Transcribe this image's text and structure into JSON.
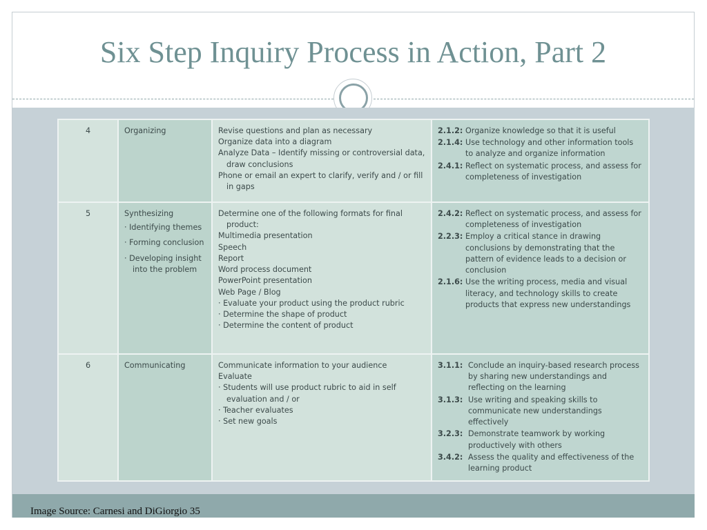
{
  "slide": {
    "title": "Six Step Inquiry Process in Action, Part 2",
    "source": "Image Source: Carnesi and DiGiorgio 35"
  },
  "table": {
    "rows": [
      {
        "num": "4",
        "stage": "Organizing",
        "stage_items": [],
        "activities": [
          "Revise questions and plan as necessary",
          "Organize data into a diagram",
          "Analyze Data – Identify missing or controversial data, draw conclusions",
          "Phone or email an expert to clarify, verify and / or fill in gaps"
        ],
        "standards": [
          {
            "code": "2.1.2:",
            "text": "Organize knowledge so that it is useful"
          },
          {
            "code": "2.1.4:",
            "text": "Use technology and other information tools to analyze and organize information"
          },
          {
            "code": "2.4.1:",
            "text": "Reflect on systematic process, and assess for completeness of investigation"
          }
        ]
      },
      {
        "num": "5",
        "stage": "Synthesizing",
        "stage_items": [
          "· Identifying themes",
          "· Forming conclusion",
          "· Developing insight into the problem"
        ],
        "activities": [
          "Determine one of the following formats for final product:",
          "Multimedia presentation",
          "Speech",
          "Report",
          "Word process document",
          "PowerPoint presentation",
          "Web Page / Blog",
          "· Evaluate your product using the product rubric",
          "· Determine the shape of product",
          "· Determine the content of product"
        ],
        "standards": [
          {
            "code": "2.4.2:",
            "text": "Reflect on systematic process, and assess for completeness of investigation"
          },
          {
            "code": "2.2.3:",
            "text": "Employ a critical stance in drawing conclusions by demonstrating that the pattern of evidence leads to a decision or conclusion"
          },
          {
            "code": "2.1.6:",
            "text": "Use the writing process, media and visual literacy, and technology skills to create products that express new understandings"
          }
        ]
      },
      {
        "num": "6",
        "stage": "Communicating",
        "stage_items": [],
        "activities": [
          "Communicate information to your audience",
          "Evaluate",
          "· Students will use product rubric to aid in self evaluation and / or",
          "· Teacher evaluates",
          "· Set new goals"
        ],
        "standards": [
          {
            "code": "3.1.1:",
            "text": "Conclude an inquiry-based research process by sharing new understandings and reflecting on the learning"
          },
          {
            "code": "3.1.3:",
            "text": "Use writing and speaking skills to communicate new understandings effectively"
          },
          {
            "code": "3.2.3:",
            "text": "Demonstrate teamwork by working productively with others"
          },
          {
            "code": "3.4.2:",
            "text": "Assess the quality and effectiveness of the learning product"
          }
        ]
      }
    ]
  }
}
